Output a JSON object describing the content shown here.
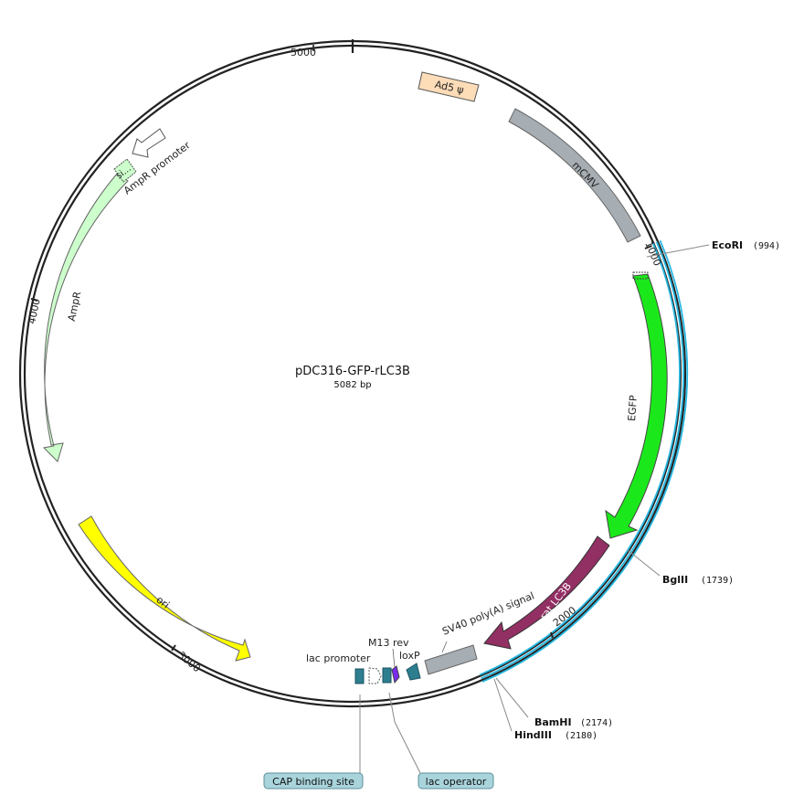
{
  "plasmid": {
    "name": "pDC316-GFP-rLC3B",
    "length_label": "5082 bp"
  },
  "ticks": {
    "t1000": "1000",
    "t2000": "2000",
    "t3000": "3000",
    "t4000": "4000",
    "t5000": "5000"
  },
  "features": {
    "ad5": "Ad5 ψ",
    "mcmv": "mCMV",
    "egfp": "EGFP",
    "ratlc3b": "rat LC3B",
    "sv40": "SV40 poly(A) signal",
    "loxp": "loxP",
    "m13rev": "M13 rev",
    "lacpromoter": "lac promoter",
    "ori": "ori",
    "ampr": "AmpR",
    "amprpromoter": "AmpR promoter",
    "si": "si..."
  },
  "sites": {
    "ecori": {
      "name": "EcoRI",
      "pos": "(994)"
    },
    "bglii": {
      "name": "BglII",
      "pos": "(1739)"
    },
    "bamhi": {
      "name": "BamHI",
      "pos": "(2174)"
    },
    "hindiii": {
      "name": "HindIII",
      "pos": "(2180)"
    }
  },
  "callouts": {
    "cap": "CAP binding site",
    "lacop": "lac operator"
  },
  "colors": {
    "backbone": "#222222",
    "insert": "#27b7e0",
    "ad5": "#fddcb8",
    "mcmv": "#a6adb3",
    "egfp": "#1be81b",
    "ratlc3b": "#922f63",
    "sv40": "#a6adb3",
    "ori": "#ffff00",
    "ampr": "#ccffcc",
    "feature_teal": "#2d7e8f",
    "loxp": "#7a2bf0",
    "callout_bg": "#a9d4dc"
  }
}
